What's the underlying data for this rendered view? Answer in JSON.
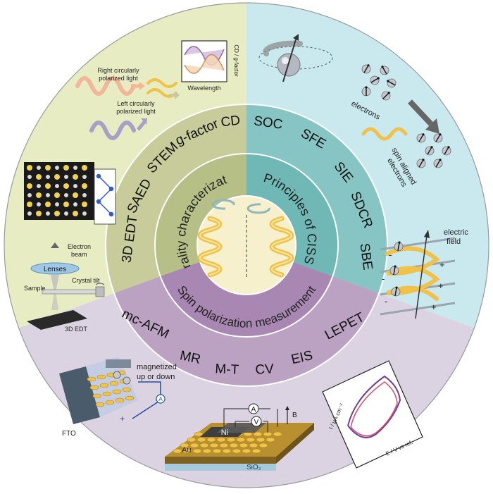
{
  "colors": {
    "sector_chirality": "#e8ecc2",
    "sector_principles": "#c9e9ee",
    "sector_spin": "#dcd3e2",
    "ring_chirality": "#c7cc9a",
    "ring_principles": "#86c5c4",
    "ring_spin": "#bba2c2",
    "inner_chirality": "#b6bf86",
    "inner_principles": "#6fb8b6",
    "inner_spin": "#a887b3",
    "center": "#f6f0cc",
    "helix": "#f0c24a"
  },
  "inner_labels": {
    "chirality": "Chirality characterization",
    "principles": "Principles of CISS",
    "spin": "Spin polarization measurement"
  },
  "chirality_techniques": [
    "3D EDT",
    "SAED",
    "STEM",
    "g-factor",
    "CD"
  ],
  "principles_items": [
    "SOC",
    "SFE",
    "SIE",
    "SDCR",
    "SBE"
  ],
  "spin_techniques": [
    "mc-AFM",
    "MR",
    "M-T",
    "CV",
    "EIS",
    "LEPET"
  ],
  "illustrations": {
    "cd": {
      "right_light": "Right circularly polarized light",
      "left_light": "Left circularly polarized light",
      "xlabel": "Wavelength",
      "ylabel": "CD / g-factor"
    },
    "edt": {
      "electron_beam": "Electron beam",
      "lenses": "Lenses",
      "sample": "Sample",
      "crystal_tilt": "Crystal tilt",
      "label": "3D EDT"
    },
    "electrons": {
      "electrons": "electrons",
      "spin_aligned": "spin aligned electrons"
    },
    "electric_field": {
      "label": "electric field",
      "minus": "-",
      "plus": "+"
    },
    "fto": {
      "label": "FTO",
      "magnetized": "magnetized",
      "up_or_down": "up or down"
    },
    "device": {
      "ammeter": "A",
      "voltmeter": "V",
      "field": "B",
      "ni": "Ni",
      "au": "Au",
      "substrate": "SiO₂"
    },
    "cv": {
      "ylabel": "I / μA·cm⁻²",
      "xlabel": "E / V vs ref."
    }
  }
}
